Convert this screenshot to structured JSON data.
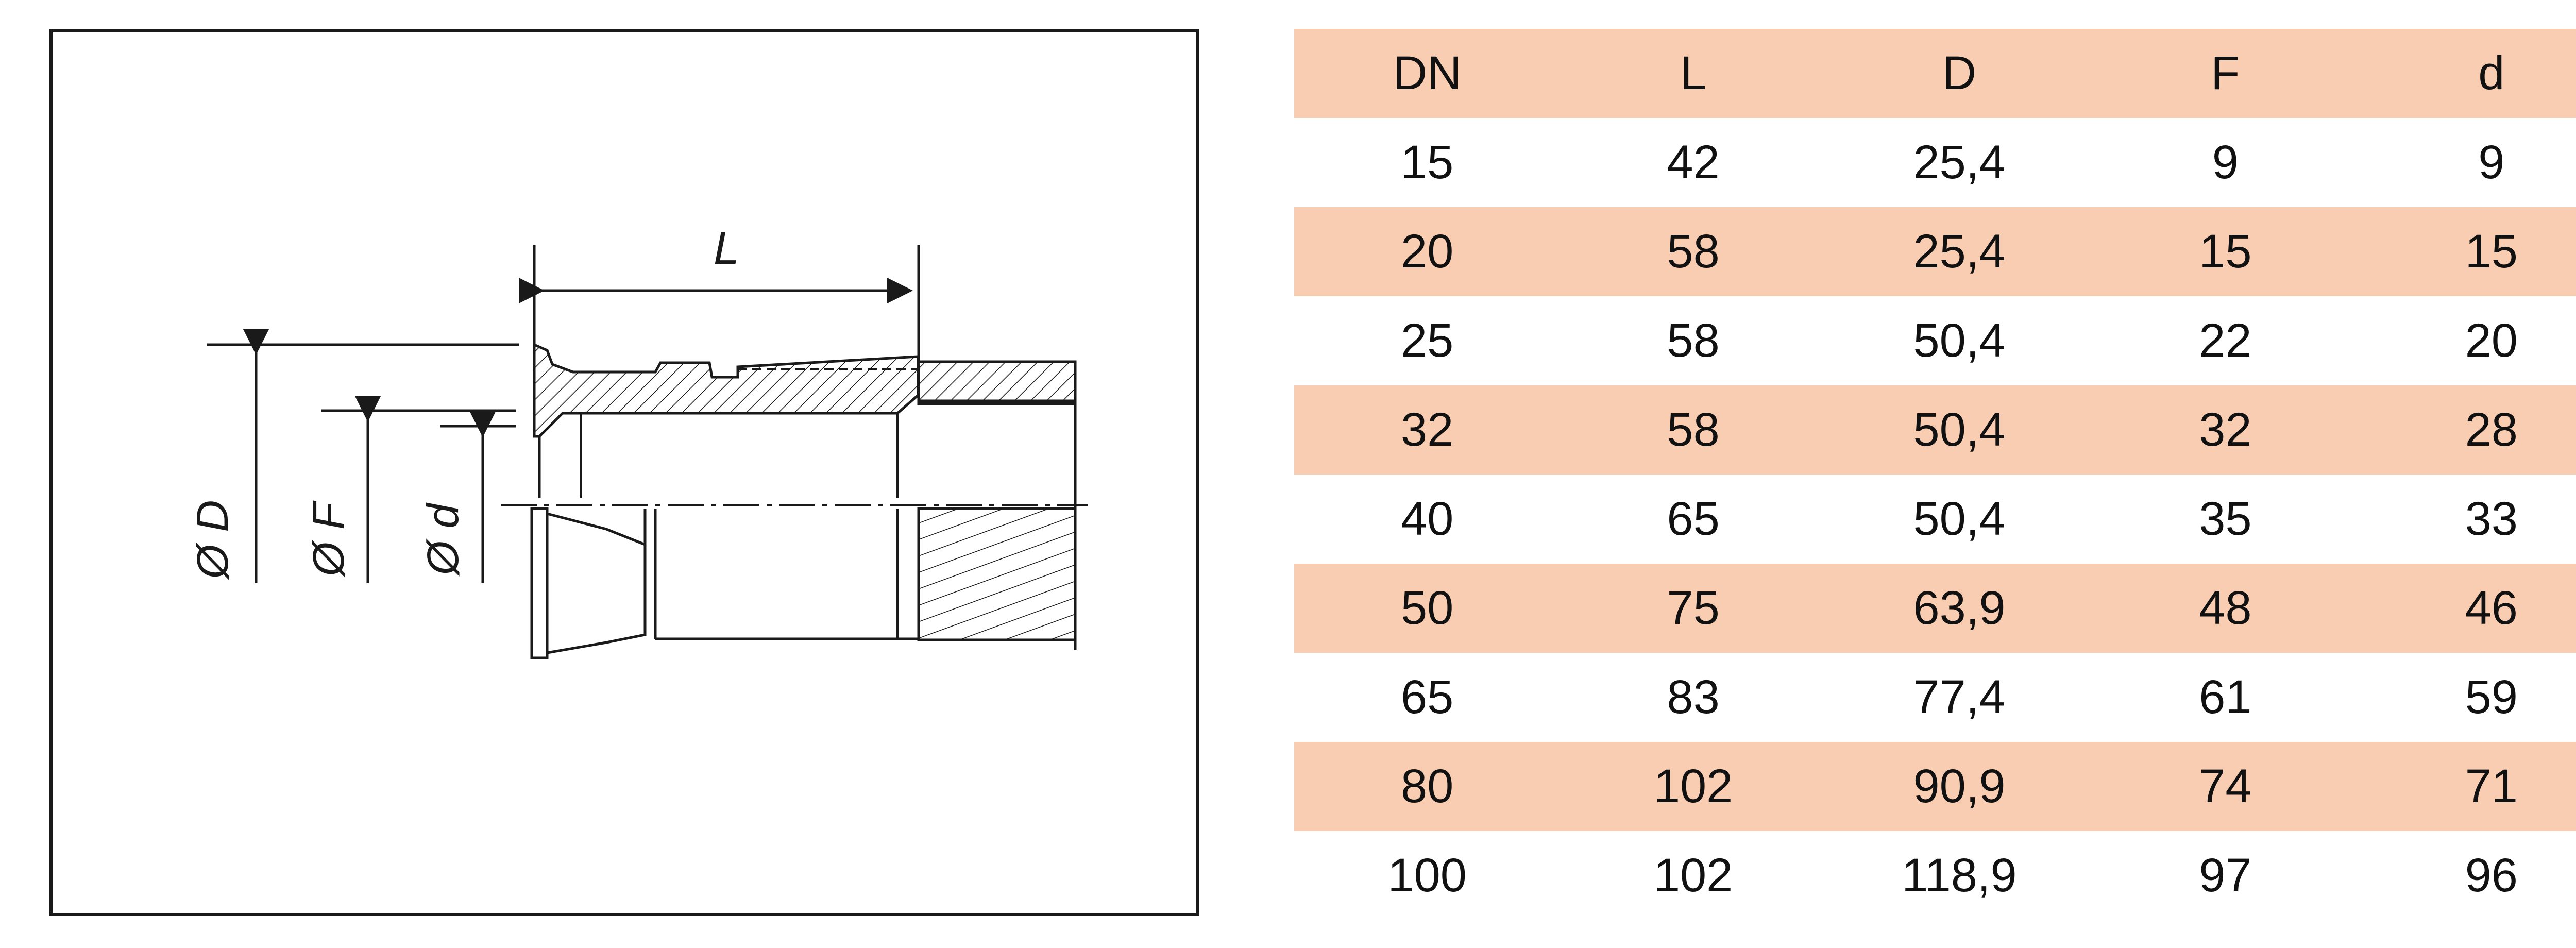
{
  "drawing": {
    "labels": {
      "length": "L",
      "outer_diameter": "Ø D",
      "flange_diameter": "Ø F",
      "bore_diameter": "Ø d"
    }
  },
  "table": {
    "band_color": "#f9cdb1",
    "headers": [
      "DN",
      "L",
      "D",
      "F",
      "d"
    ],
    "rows": [
      [
        "15",
        "42",
        "25,4",
        "9",
        "9"
      ],
      [
        "20",
        "58",
        "25,4",
        "15",
        "15"
      ],
      [
        "25",
        "58",
        "50,4",
        "22",
        "20"
      ],
      [
        "32",
        "58",
        "50,4",
        "32",
        "28"
      ],
      [
        "40",
        "65",
        "50,4",
        "35",
        "33"
      ],
      [
        "50",
        "75",
        "63,9",
        "48",
        "46"
      ],
      [
        "65",
        "83",
        "77,4",
        "61",
        "59"
      ],
      [
        "80",
        "102",
        "90,9",
        "74",
        "71"
      ],
      [
        "100",
        "102",
        "118,9",
        "97",
        "96"
      ]
    ]
  }
}
